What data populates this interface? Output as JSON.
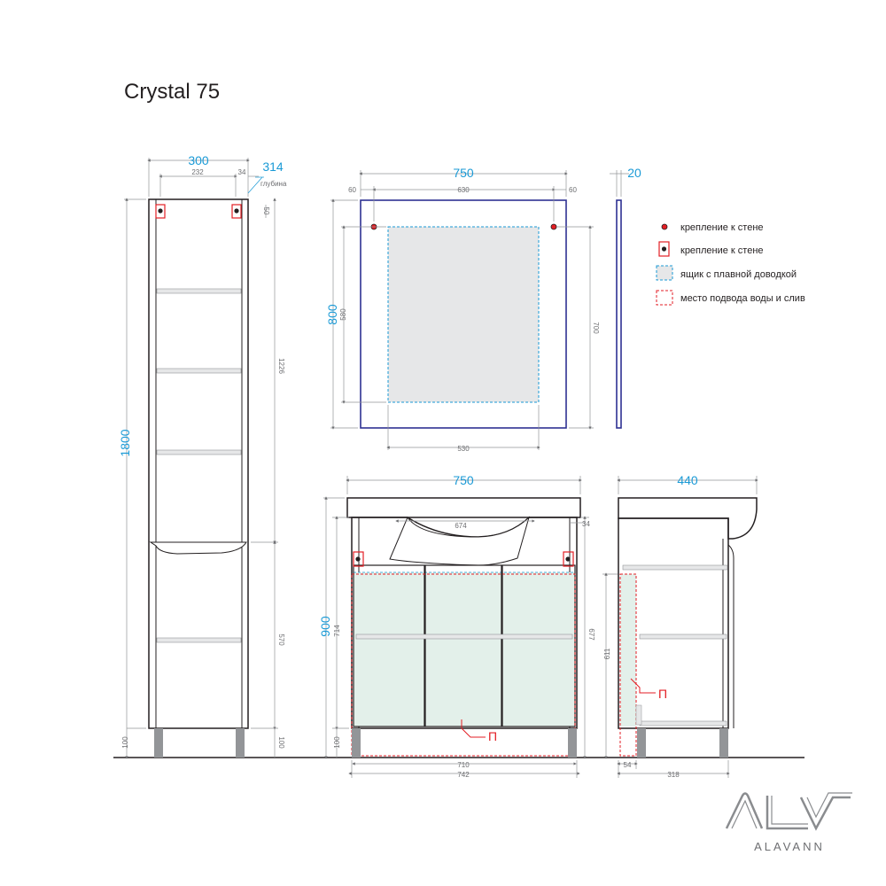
{
  "title": "Crystal 75",
  "column": {
    "width": "300",
    "depth": "314",
    "depth_label": "глубина",
    "inner_width": "232",
    "side_offset": "34",
    "top_offset": "50",
    "height": "1800",
    "upper_height": "1226",
    "lower_height": "570",
    "leg_height": "100"
  },
  "mirror": {
    "width": "750",
    "thickness": "20",
    "left_offset": "60",
    "mount_span": "630",
    "right_offset": "60",
    "height": "800",
    "glass_height": "580",
    "mount_height": "700",
    "glass_width": "530"
  },
  "vanity_front": {
    "width": "750",
    "basin_depth": "674",
    "side_offset": "34",
    "height": "900",
    "body_height": "714",
    "inner_height": "677",
    "leg_height": "100",
    "inner_width": "710",
    "outer_width": "742",
    "plumbing_mark": "П"
  },
  "vanity_side": {
    "depth": "440",
    "plumbing_height": "611",
    "plumbing_offset": "54",
    "body_depth": "318",
    "plumbing_mark": "П"
  },
  "legend": [
    {
      "label": "крепление к стене",
      "icon": "red-dot-icon"
    },
    {
      "label": "крепление к стене",
      "icon": "red-box-dot-icon"
    },
    {
      "label": "ящик с плавной доводкой",
      "icon": "blue-dashed-box-icon"
    },
    {
      "label": "место подвода воды и слив",
      "icon": "red-dashed-box-icon"
    }
  ],
  "logo": {
    "wordmark": "ALAVANN"
  },
  "colors": {
    "dimension": "#1a9ad6",
    "mount": "#e31e24",
    "drawer": "#1a9ad6",
    "mirror_frame": "#2e3192",
    "outline": "#231f20"
  }
}
